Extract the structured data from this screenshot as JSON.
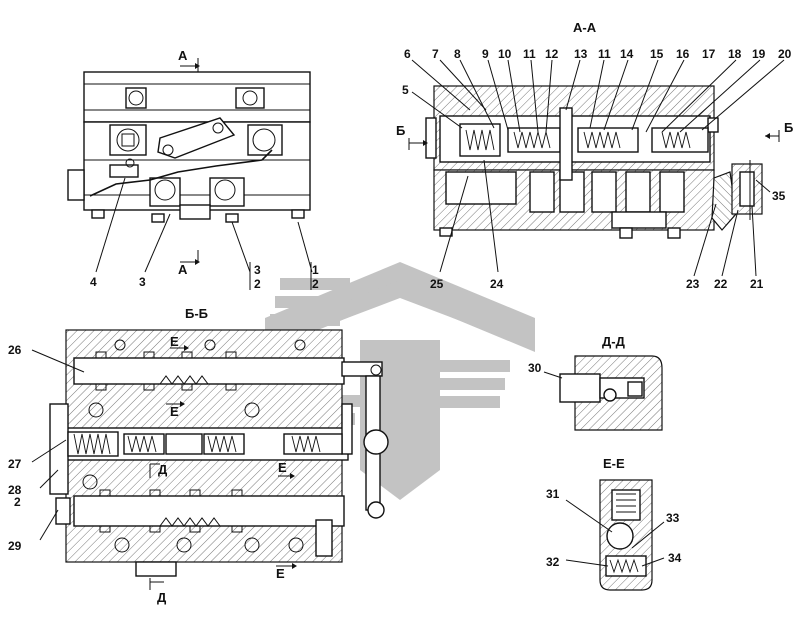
{
  "sections": {
    "aa": "А-А",
    "bb": "Б-Б",
    "dd": "Д-Д",
    "ee": "Е-Е"
  },
  "cut_markers": {
    "a": "А",
    "b": "Б",
    "d": "Д",
    "e": "Е"
  },
  "callouts": {
    "c1": "1",
    "c2": "2",
    "c3": "3",
    "c4": "4",
    "c5": "5",
    "c6": "6",
    "c7": "7",
    "c8": "8",
    "c9": "9",
    "c10": "10",
    "c11": "11",
    "c12": "12",
    "c13": "13",
    "c14": "14",
    "c15": "15",
    "c16": "16",
    "c17": "17",
    "c18": "18",
    "c19": "19",
    "c20": "20",
    "c21": "21",
    "c22": "22",
    "c23": "23",
    "c24": "24",
    "c25": "25",
    "c26": "26",
    "c27": "27",
    "c28": "28",
    "c29": "29",
    "c30": "30",
    "c31": "31",
    "c32": "32",
    "c33": "33",
    "c34": "34",
    "c35": "35"
  },
  "watermark_color": "#b9b9b9"
}
